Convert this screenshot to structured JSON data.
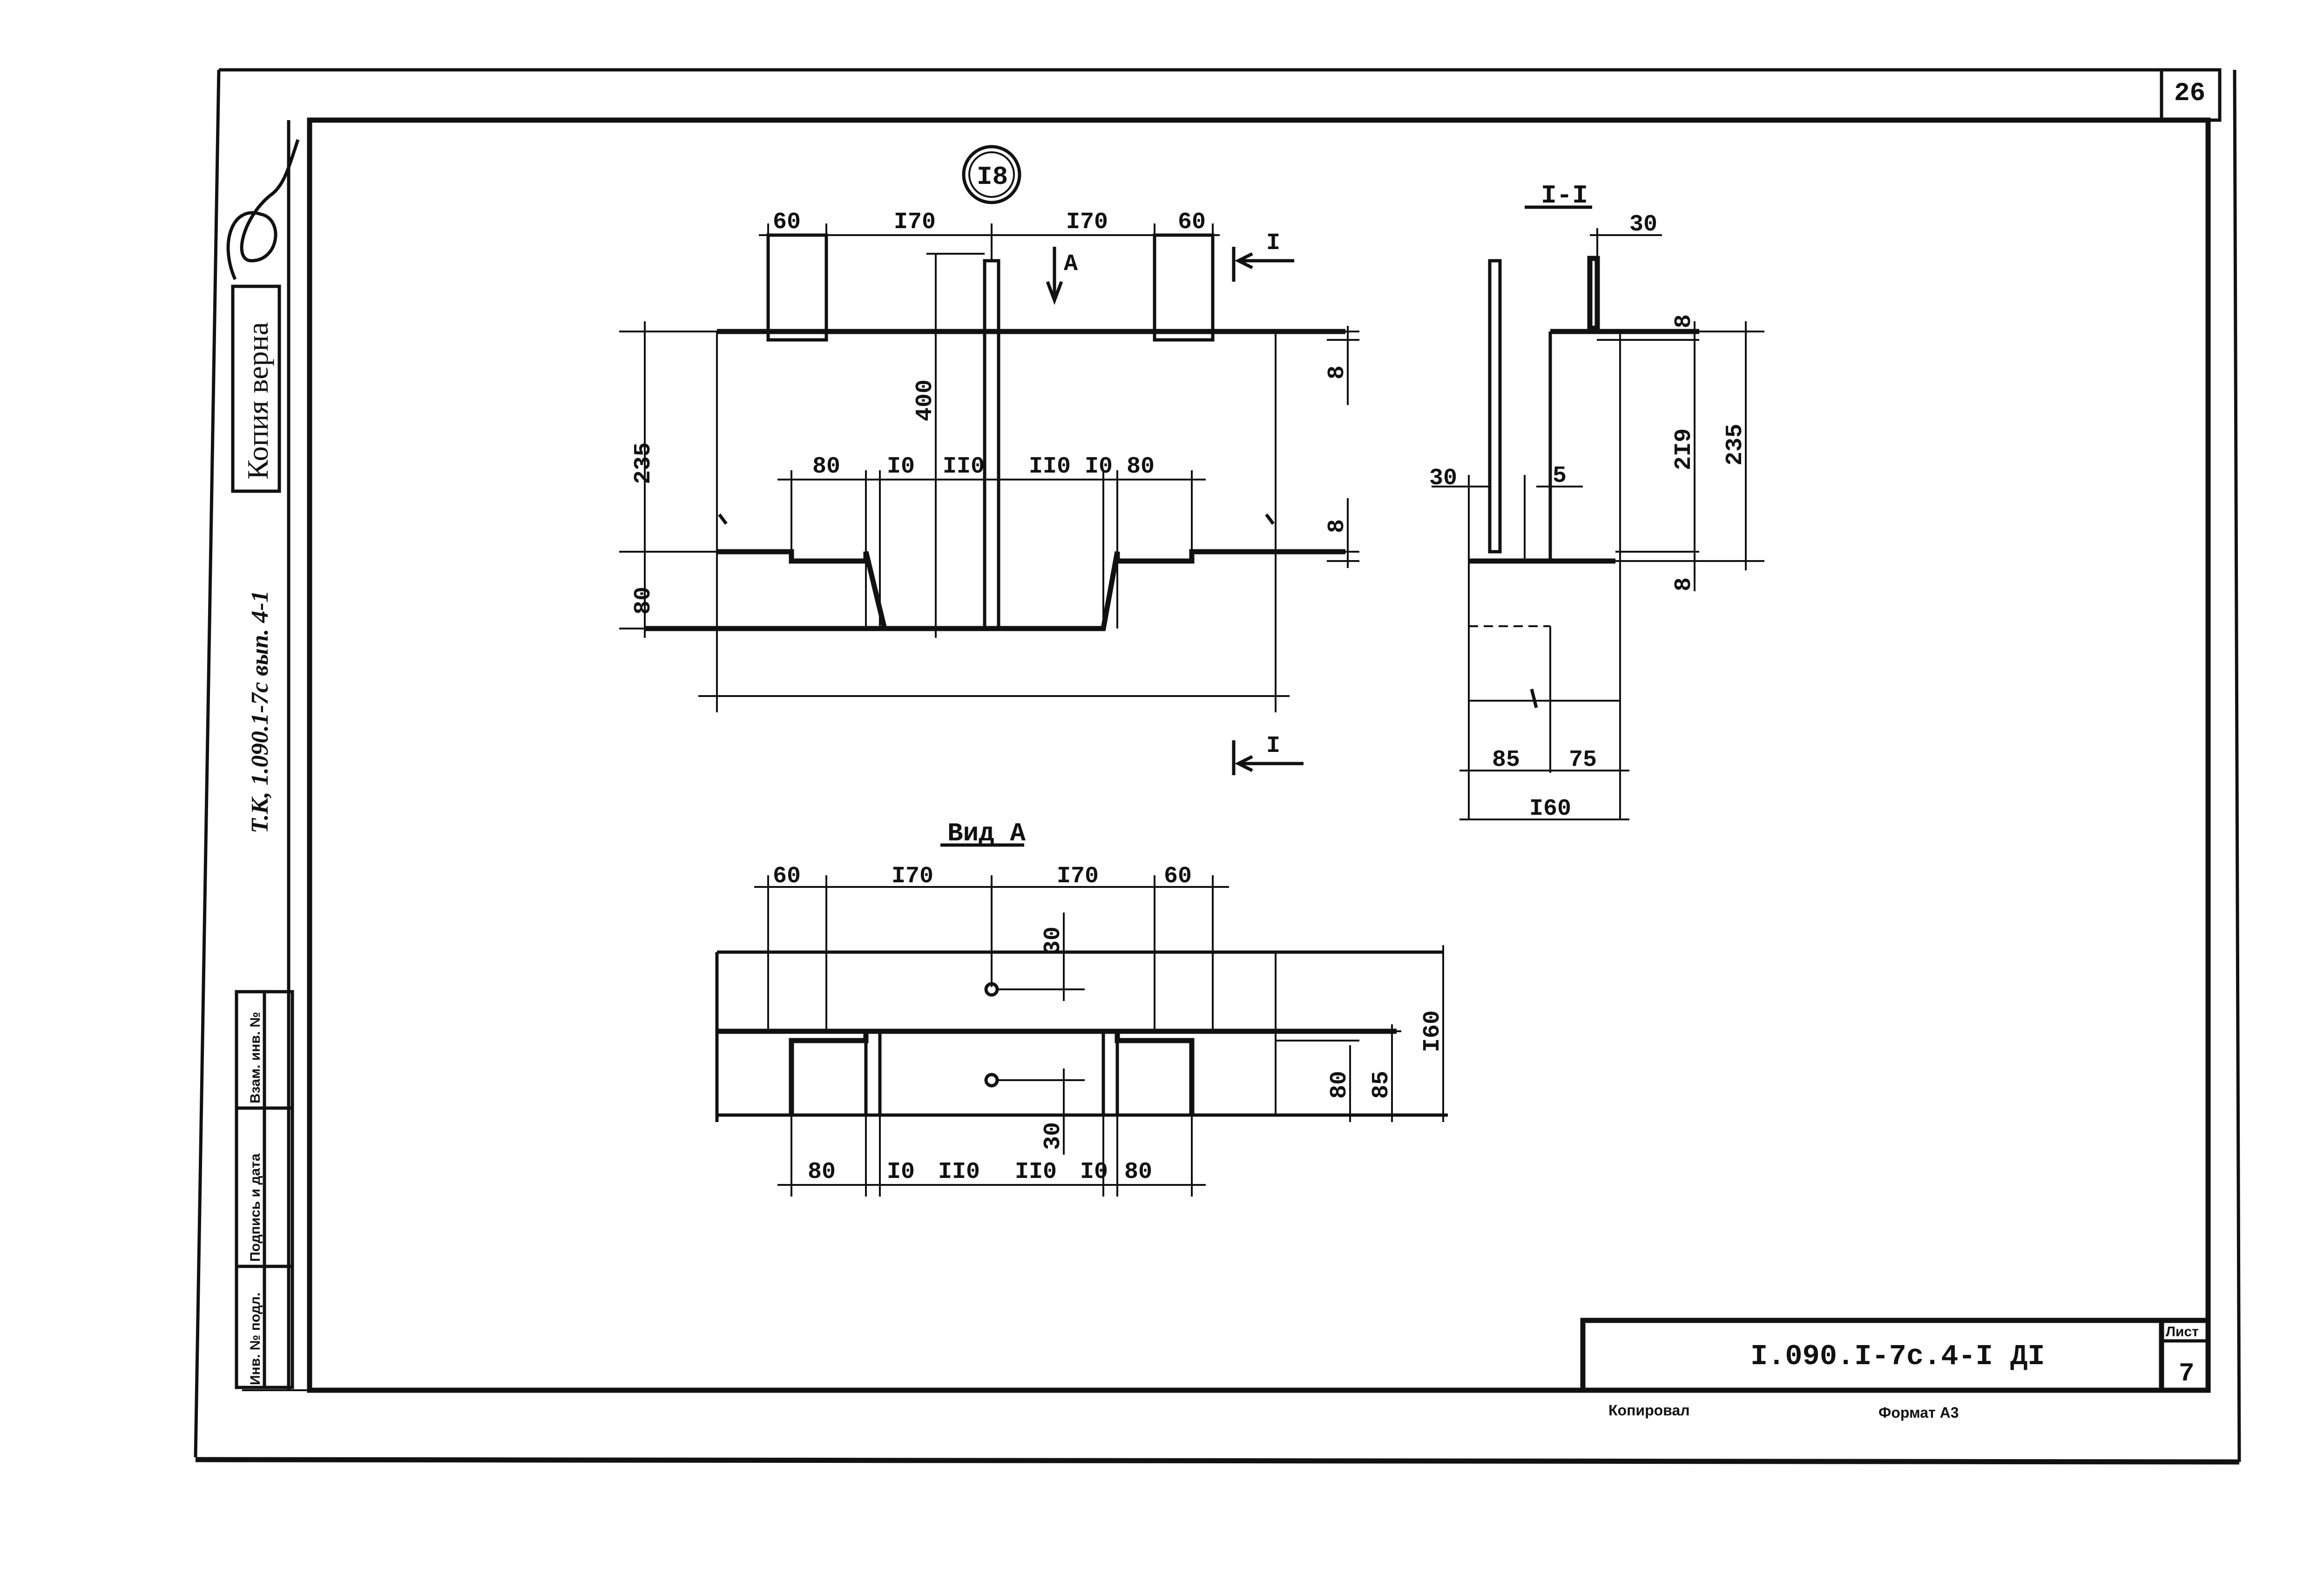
{
  "sheet": {
    "corner_number": "26",
    "detail_mark": "I8",
    "drawing_code": "I.090.I-7c.4-I ДI",
    "list_label": "Лист",
    "list_number": "7",
    "footer_left": "Копировал",
    "footer_right": "Формат А3"
  },
  "side_panel": {
    "vertical_title": "Т.К, 1.090.1-7с вып. 4-1",
    "stamp_text": "Копия верна",
    "cells": [
      "Инв. № подл.",
      "Подпись и дата",
      "Взам. инв. №"
    ]
  },
  "main_view": {
    "top_dims": [
      "60",
      "I70",
      "I70",
      "60"
    ],
    "mid_dims": [
      "80",
      "I0",
      "II0",
      "II0",
      "I0",
      "80"
    ],
    "vert_235": "235",
    "vert_80": "80",
    "vert_400": "400",
    "right_8_top": "8",
    "right_8_bot": "8",
    "arrow_a": "A",
    "section_mark_top": "I",
    "section_mark_bottom": "I"
  },
  "section_view": {
    "title": "I-I",
    "dim_30_top": "30",
    "dim_8_top": "8",
    "dim_219": "2I9",
    "dim_235": "235",
    "dim_8_bot": "8",
    "dim_30_left": "30",
    "dim_5": "5",
    "dim_85": "85",
    "dim_75": "75",
    "dim_160": "I60"
  },
  "view_a": {
    "title": "Вид А",
    "top_dims": [
      "60",
      "I70",
      "I70",
      "60"
    ],
    "bottom_dims": [
      "80",
      "I0",
      "II0",
      "II0",
      "I0",
      "80"
    ],
    "dim_30_top": "30",
    "dim_30_bot": "30",
    "dim_80": "80",
    "dim_85": "85",
    "dim_160": "I60"
  }
}
